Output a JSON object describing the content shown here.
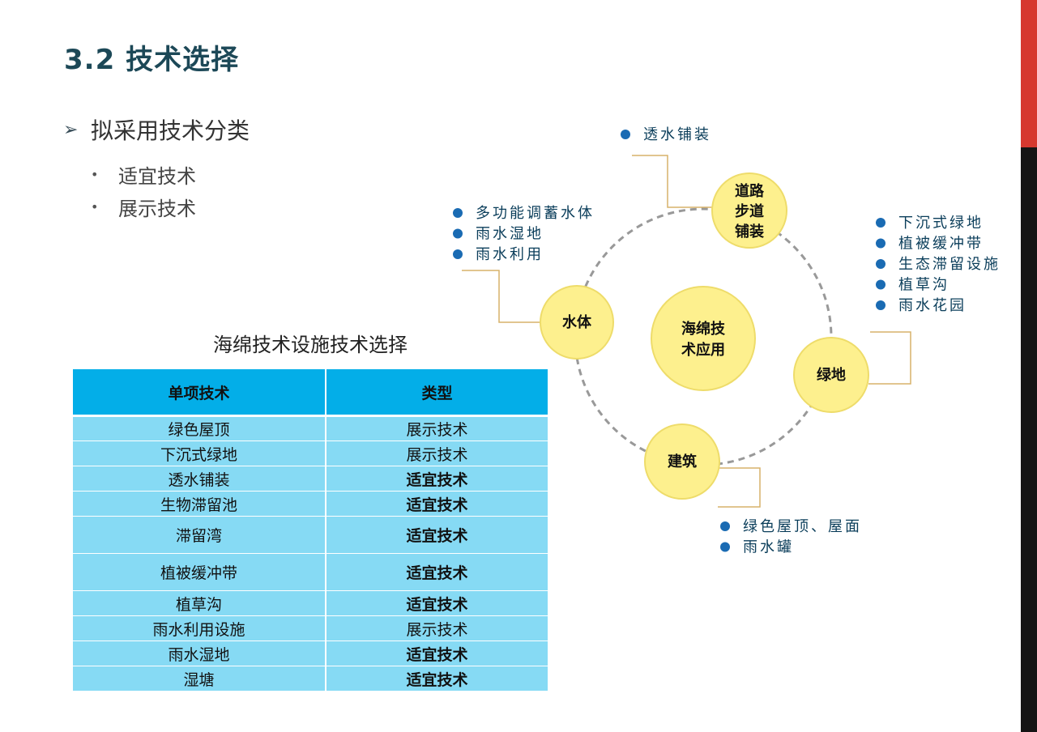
{
  "slide": {
    "title": "3.2  技术选择",
    "main_bullet": "拟采用技术分类",
    "sub_bullets": [
      "适宜技术",
      "展示技术"
    ],
    "bullet_glyph": "•",
    "arrow_icon": "➢"
  },
  "table": {
    "title": "海绵技术设施技术选择",
    "headers": [
      "单项技术",
      "类型"
    ],
    "rows": [
      {
        "tech": "绿色屋顶",
        "type": "展示技术",
        "highlight": false
      },
      {
        "tech": "下沉式绿地",
        "type": "展示技术",
        "highlight": false
      },
      {
        "tech": "透水铺装",
        "type": "适宜技术",
        "highlight": true
      },
      {
        "tech": "生物滞留池",
        "type": "适宜技术",
        "highlight": true
      },
      {
        "tech": "滞留湾",
        "type": "适宜技术",
        "highlight": true
      },
      {
        "tech": "植被缓冲带",
        "type": "适宜技术",
        "highlight": true
      },
      {
        "tech": "植草沟",
        "type": "适宜技术",
        "highlight": true
      },
      {
        "tech": "雨水利用设施",
        "type": "展示技术",
        "highlight": false
      },
      {
        "tech": "雨水湿地",
        "type": "适宜技术",
        "highlight": true
      },
      {
        "tech": "湿塘",
        "type": "适宜技术",
        "highlight": true
      }
    ],
    "highlight_color": "#e4141b",
    "header_color": "#03aee8",
    "cell_color": "#86daf4"
  },
  "diagram": {
    "center": [
      "海绵技",
      "术应用"
    ],
    "nodes": {
      "road": [
        "道路",
        "步道",
        "铺装"
      ],
      "water": [
        "水体"
      ],
      "green": [
        "绿地"
      ],
      "building": [
        "建筑"
      ]
    },
    "labels": {
      "road": [
        "透水铺装"
      ],
      "water": [
        "多功能调蓄水体",
        "雨水湿地",
        "雨水利用"
      ],
      "green": [
        "下沉式绿地",
        "植被缓冲带",
        "生态滞留设施",
        "植草沟",
        "雨水花园"
      ],
      "building": [
        "绿色屋顶、屋面",
        "雨水罐"
      ]
    },
    "circle_color": "#fdf08e",
    "bullet_color": "#1a6bb3"
  }
}
